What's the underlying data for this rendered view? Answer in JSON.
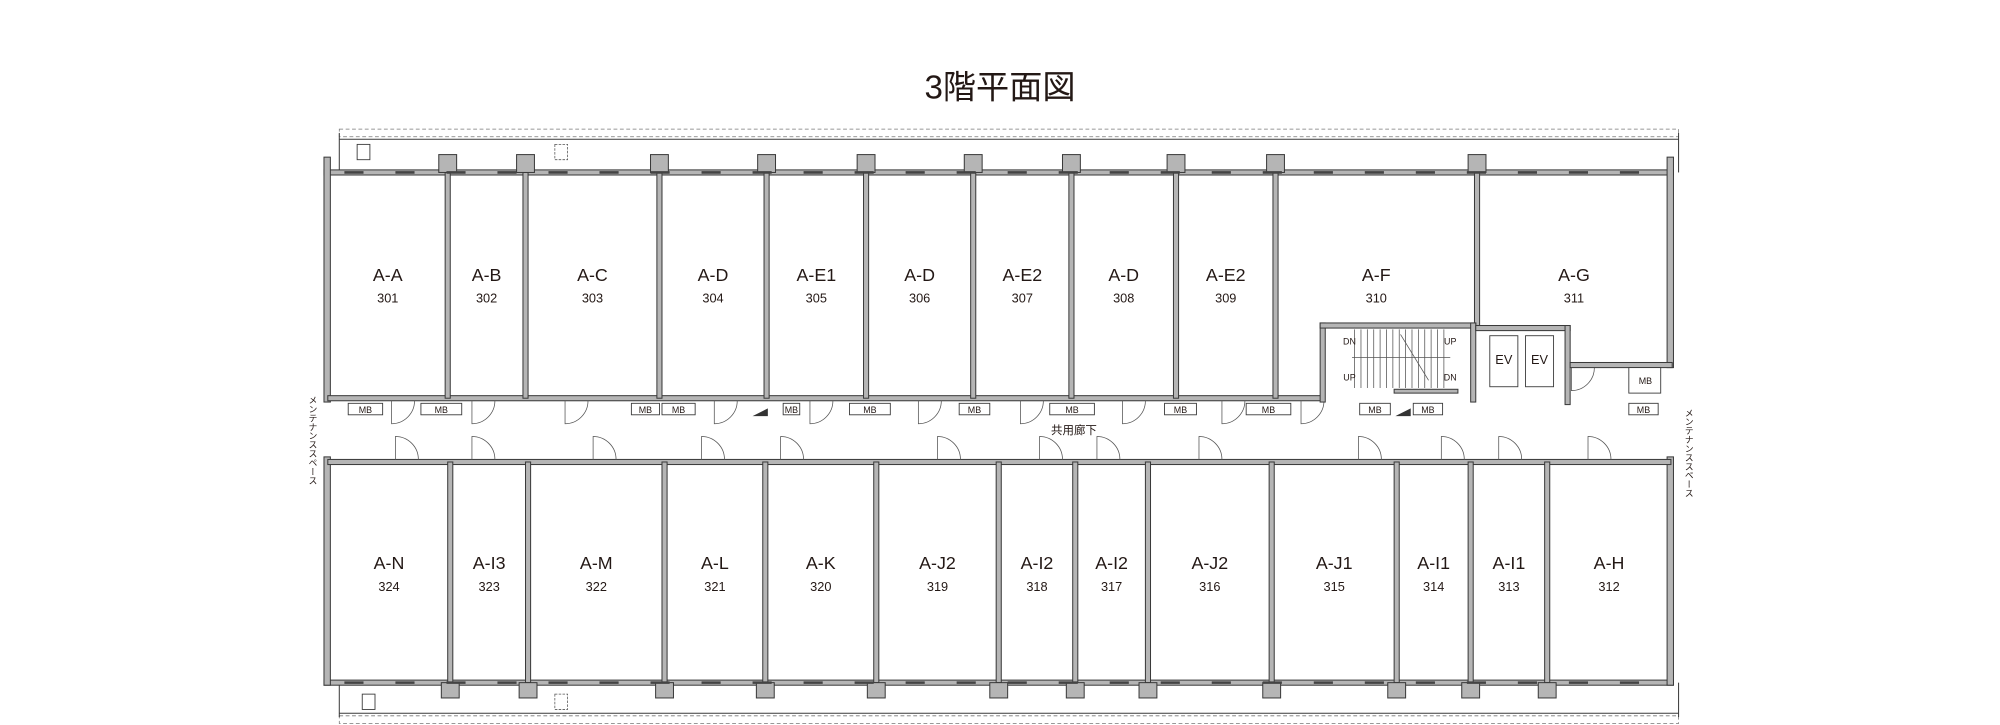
{
  "title": "3階平面図",
  "corridor_label": "共用廊下",
  "maintenance_label": "メンテナンススペース",
  "mb_label": "MB",
  "ev_label": "EV",
  "stairs": {
    "dn": "DN",
    "up": "UP"
  },
  "rooms_north": [
    {
      "type": "A-A",
      "number": "301"
    },
    {
      "type": "A-B",
      "number": "302"
    },
    {
      "type": "A-C",
      "number": "303"
    },
    {
      "type": "A-D",
      "number": "304"
    },
    {
      "type": "A-E1",
      "number": "305"
    },
    {
      "type": "A-D",
      "number": "306"
    },
    {
      "type": "A-E2",
      "number": "307"
    },
    {
      "type": "A-D",
      "number": "308"
    },
    {
      "type": "A-E2",
      "number": "309"
    },
    {
      "type": "A-F",
      "number": "310"
    },
    {
      "type": "A-G",
      "number": "311"
    }
  ],
  "rooms_south": [
    {
      "type": "A-N",
      "number": "324"
    },
    {
      "type": "A-I3",
      "number": "323"
    },
    {
      "type": "A-M",
      "number": "322"
    },
    {
      "type": "A-L",
      "number": "321"
    },
    {
      "type": "A-K",
      "number": "320"
    },
    {
      "type": "A-J2",
      "number": "319"
    },
    {
      "type": "A-I2",
      "number": "318"
    },
    {
      "type": "A-I2",
      "number": "317"
    },
    {
      "type": "A-J2",
      "number": "316"
    },
    {
      "type": "A-J1",
      "number": "315"
    },
    {
      "type": "A-I1",
      "number": "314"
    },
    {
      "type": "A-I1",
      "number": "313"
    },
    {
      "type": "A-H",
      "number": "312"
    }
  ]
}
